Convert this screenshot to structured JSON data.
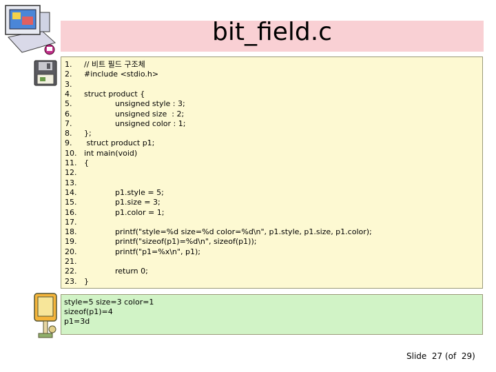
{
  "slide": {
    "title": "bit_field.c",
    "footer": "Slide  27 (of  29)"
  },
  "code": {
    "lines": [
      {
        "num": "1.",
        "text": "// 비트 필드 구조체",
        "indent": 0
      },
      {
        "num": "2.",
        "text": "#include <stdio.h>",
        "indent": 0
      },
      {
        "num": "3.",
        "text": "",
        "indent": 0
      },
      {
        "num": "4.",
        "text": "struct product {",
        "indent": 0
      },
      {
        "num": "5.",
        "text": "unsigned style : 3;",
        "indent": 1
      },
      {
        "num": "6.",
        "text": "unsigned size  : 2;",
        "indent": 1
      },
      {
        "num": "7.",
        "text": "unsigned color : 1;",
        "indent": 1
      },
      {
        "num": "8.",
        "text": "};",
        "indent": 0
      },
      {
        "num": "9.",
        "text": " struct product p1;",
        "indent": 0
      },
      {
        "num": "10.",
        "text": "int main(void)",
        "indent": 0
      },
      {
        "num": "11.",
        "text": "{",
        "indent": 0
      },
      {
        "num": "12.",
        "text": "",
        "indent": 0
      },
      {
        "num": "13.",
        "text": "",
        "indent": 0
      },
      {
        "num": "14.",
        "text": "p1.style = 5;",
        "indent": 1
      },
      {
        "num": "15.",
        "text": "p1.size = 3;",
        "indent": 1
      },
      {
        "num": "16.",
        "text": "p1.color = 1;",
        "indent": 1
      },
      {
        "num": "17.",
        "text": "",
        "indent": 0
      },
      {
        "num": "18.",
        "text": "printf(\"style=%d size=%d color=%d\\n\", p1.style, p1.size, p1.color);",
        "indent": 1
      },
      {
        "num": "19.",
        "text": "printf(\"sizeof(p1)=%d\\n\", sizeof(p1));",
        "indent": 1
      },
      {
        "num": "20.",
        "text": "printf(\"p1=%x\\n\", p1);",
        "indent": 1
      },
      {
        "num": "21.",
        "text": "",
        "indent": 0
      },
      {
        "num": "22.",
        "text": "return 0;",
        "indent": 1
      },
      {
        "num": "23.",
        "text": "}",
        "indent": 0
      }
    ]
  },
  "output": {
    "lines": [
      "style=5 size=3 color=1",
      "sizeof(p1)=4",
      "p1=3d"
    ]
  },
  "colors": {
    "title_band": "#f9d0d4",
    "code_bg": "#fdf9d2",
    "output_bg": "#d1f3c6"
  },
  "icons": {
    "top": "computer-clipart-icon",
    "code": "floppy-disk-icon",
    "output": "monitor-clipart-icon"
  }
}
